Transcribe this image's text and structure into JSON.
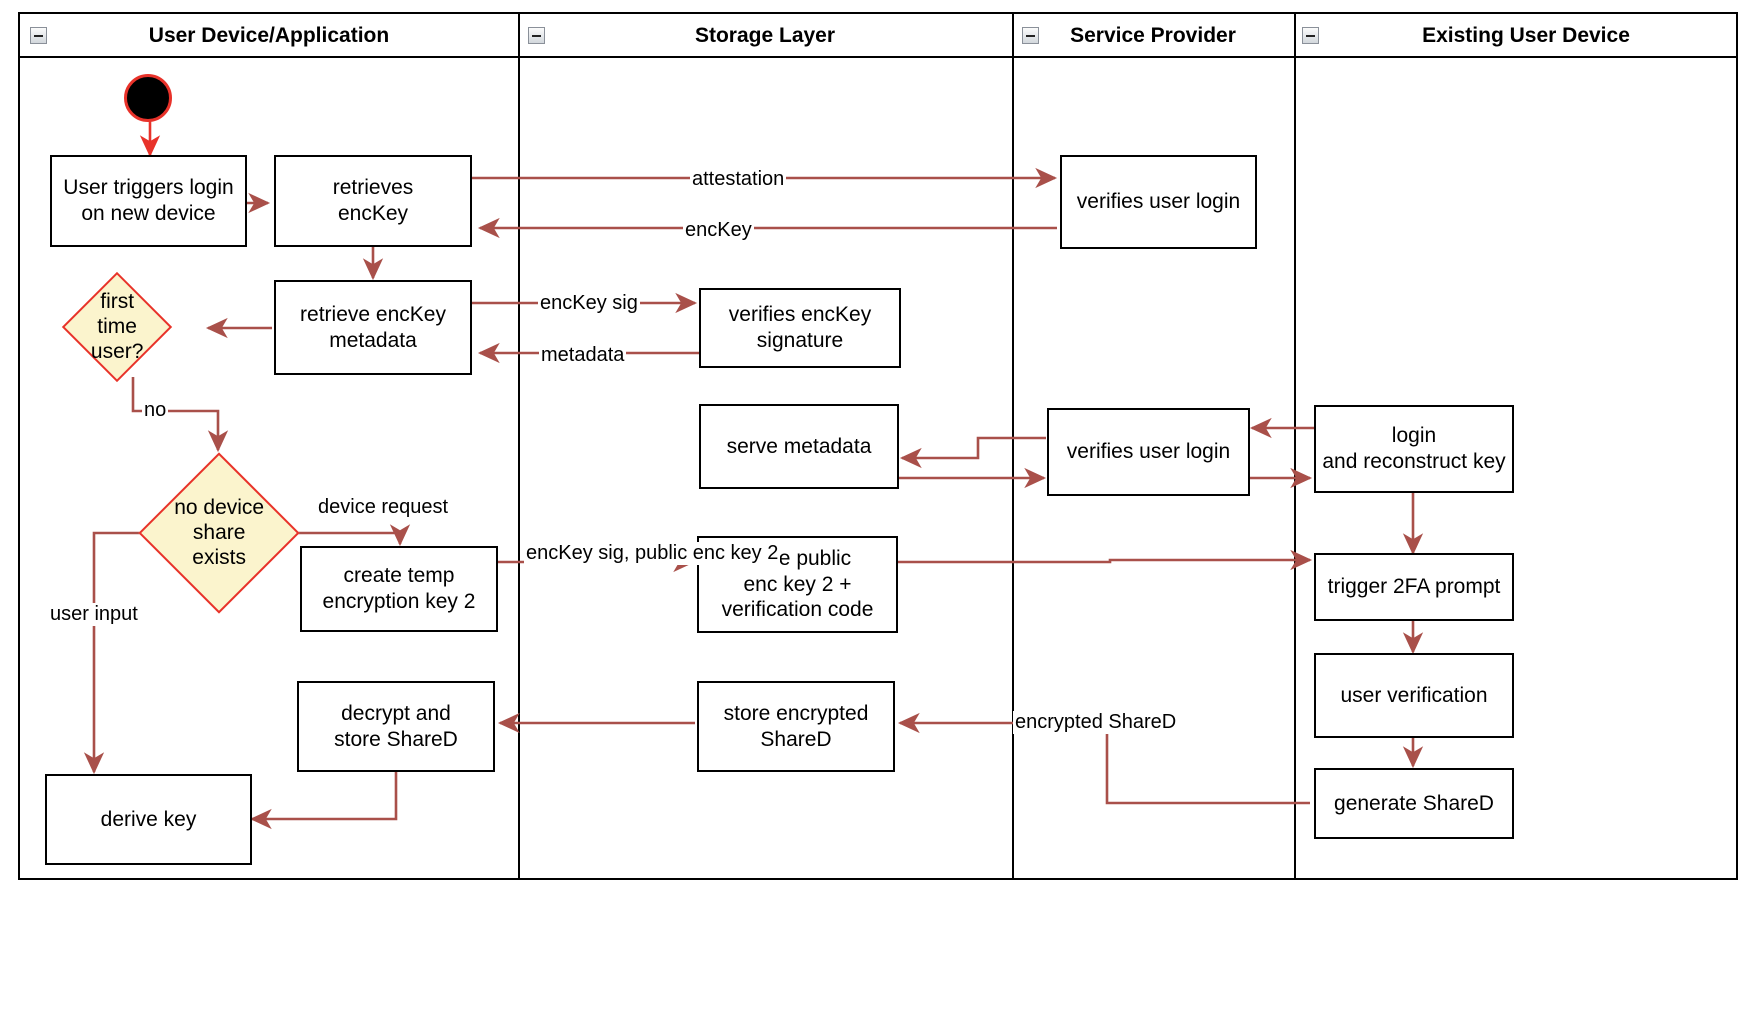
{
  "diagram": {
    "type": "uml-activity-swimlane",
    "colors": {
      "edge": "#a9504a",
      "decision_fill": "#fbf4cd",
      "decision_stroke": "#e8322a",
      "node_stroke": "#000000",
      "start_fill": "#000000",
      "start_stroke": "#e8322a",
      "lane_stroke": "#000000",
      "background": "#ffffff"
    },
    "lanes": [
      {
        "id": "user-device",
        "title": "User Device/Application",
        "collapse_icon": "minus-box-icon"
      },
      {
        "id": "storage-layer",
        "title": "Storage Layer",
        "collapse_icon": "minus-box-icon"
      },
      {
        "id": "service-provider",
        "title": "Service Provider",
        "collapse_icon": "minus-box-icon"
      },
      {
        "id": "existing-user-device",
        "title": "Existing User Device",
        "collapse_icon": "minus-box-icon"
      }
    ],
    "nodes": [
      {
        "id": "start",
        "kind": "start",
        "lane": "user-device",
        "label": ""
      },
      {
        "id": "user-triggers-login",
        "kind": "action",
        "lane": "user-device",
        "label": "User triggers login\non new device"
      },
      {
        "id": "retrieves-enckey",
        "kind": "action",
        "lane": "user-device",
        "label": "retrieves\nencKey"
      },
      {
        "id": "retrieve-enckey-metadata",
        "kind": "action",
        "lane": "user-device",
        "label": "retrieve encKey\nmetadata"
      },
      {
        "id": "first-time-user",
        "kind": "decision",
        "lane": "user-device",
        "label": "first time\nuser?"
      },
      {
        "id": "no-device-share-exists",
        "kind": "decision",
        "lane": "user-device",
        "label": "no device\nshare exists"
      },
      {
        "id": "create-temp-encryption-key-2",
        "kind": "action",
        "lane": "user-device",
        "label": "create temp\nencryption key 2"
      },
      {
        "id": "decrypt-and-store-shared",
        "kind": "action",
        "lane": "user-device",
        "label": "decrypt and\nstore ShareD"
      },
      {
        "id": "derive-key",
        "kind": "action",
        "lane": "user-device",
        "label": "derive key"
      },
      {
        "id": "verifies-enckey-signature",
        "kind": "action",
        "lane": "storage-layer",
        "label": "verifies encKey\nsignature"
      },
      {
        "id": "serve-metadata",
        "kind": "action",
        "lane": "storage-layer",
        "label": "serve metadata"
      },
      {
        "id": "store-public-enc-key-2",
        "kind": "action",
        "lane": "storage-layer",
        "label": "store public\nenc key 2 +\nverification code"
      },
      {
        "id": "store-encrypted-shared",
        "kind": "action",
        "lane": "storage-layer",
        "label": "store encrypted\nShareD"
      },
      {
        "id": "verifies-user-login-1",
        "kind": "action",
        "lane": "service-provider",
        "label": "verifies user login"
      },
      {
        "id": "verifies-user-login-2",
        "kind": "action",
        "lane": "service-provider",
        "label": "verifies user login"
      },
      {
        "id": "login-and-reconstruct-key",
        "kind": "action",
        "lane": "existing-user-device",
        "label": "login\nand reconstruct key"
      },
      {
        "id": "trigger-2fa-prompt",
        "kind": "action",
        "lane": "existing-user-device",
        "label": "trigger 2FA prompt"
      },
      {
        "id": "user-verification",
        "kind": "action",
        "lane": "existing-user-device",
        "label": "user verification"
      },
      {
        "id": "generate-shared",
        "kind": "action",
        "lane": "existing-user-device",
        "label": "generate ShareD"
      }
    ],
    "edge_labels": [
      {
        "id": "attestation",
        "text": "attestation"
      },
      {
        "id": "enckey",
        "text": "encKey"
      },
      {
        "id": "enckey-sig",
        "text": "encKey sig"
      },
      {
        "id": "metadata",
        "text": "metadata"
      },
      {
        "id": "no",
        "text": "no"
      },
      {
        "id": "device-request",
        "text": "device request"
      },
      {
        "id": "enckey-sig-public-enc-key-2",
        "text": "encKey sig,\npublic enc key 2"
      },
      {
        "id": "user-input",
        "text": "user input"
      },
      {
        "id": "encrypted-shared",
        "text": "encrypted ShareD"
      }
    ]
  }
}
